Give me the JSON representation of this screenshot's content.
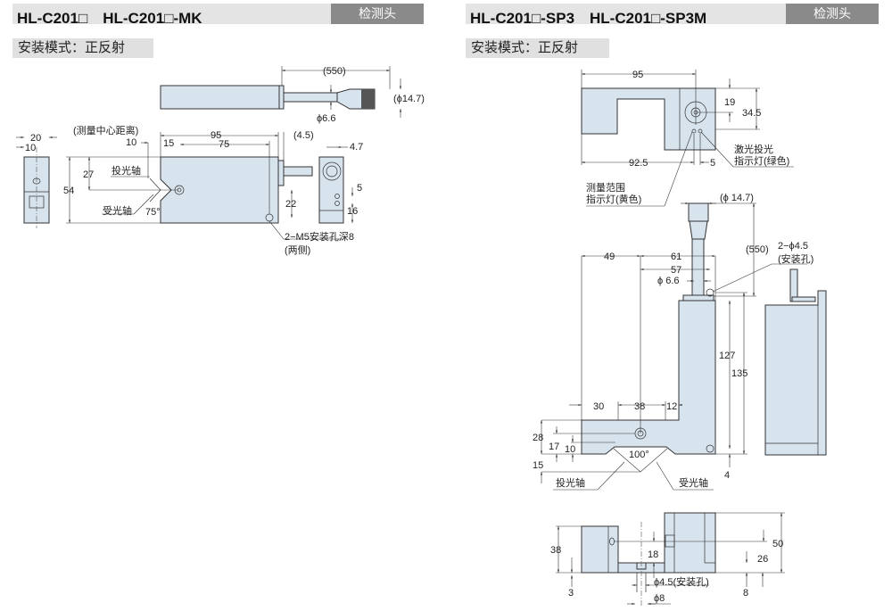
{
  "left": {
    "title": "HL-C201□　HL-C201□-MK",
    "badge": "检测头",
    "subtitle": "安装模式：正反射",
    "dims": {
      "cable_len": "(550)",
      "connector_dia": "(ϕ14.7)",
      "cable_dia": "ϕ6.6",
      "width_20": "20",
      "width_10": "10",
      "center_dist": "(测量中心距离)",
      "d10": "10",
      "d15": "15",
      "d95": "95",
      "d75": "75",
      "d4_5": "(4.5)",
      "d4_7": "4.7",
      "d27": "27",
      "d54": "54",
      "d22": "22",
      "d5": "5",
      "d16": "16",
      "angle": "75°",
      "emit_axis": "投光轴",
      "recv_axis": "受光轴",
      "mount_hole": "2−M5安装孔深8",
      "both_sides": "(两侧)"
    }
  },
  "right": {
    "title": "HL-C201□-SP3　HL-C201□-SP3M",
    "badge": "检测头",
    "subtitle": "安装模式：正反射",
    "dims": {
      "d95": "95",
      "d19": "19",
      "d34_5": "34.5",
      "d92_5": "92.5",
      "d5": "5",
      "laser_ind_1": "激光投光",
      "laser_ind_2": "指示灯(绿色)",
      "range_ind_1": "测量范围",
      "range_ind_2": "指示灯(黄色)",
      "connector_dia": "(ϕ 14.7)",
      "cable_len": "(550)",
      "hole_1": "2−ϕ4.5",
      "hole_2": "(安装孔)",
      "d49": "49",
      "d61": "61",
      "d57": "57",
      "cable_dia": "ϕ 6.6",
      "d127": "127",
      "d135": "135",
      "d30": "30",
      "d38": "38",
      "d12": "12",
      "d28": "28",
      "d17": "17",
      "d10": "10",
      "d15": "15",
      "d4": "4",
      "angle": "100°",
      "emit_axis": "投光轴",
      "recv_axis": "受光轴",
      "b38": "38",
      "b18": "18",
      "b50": "50",
      "b26": "26",
      "b3": "3",
      "b8": "8",
      "mount_hole": "ϕ4.5(安装孔)",
      "d8": "ϕ8"
    }
  }
}
